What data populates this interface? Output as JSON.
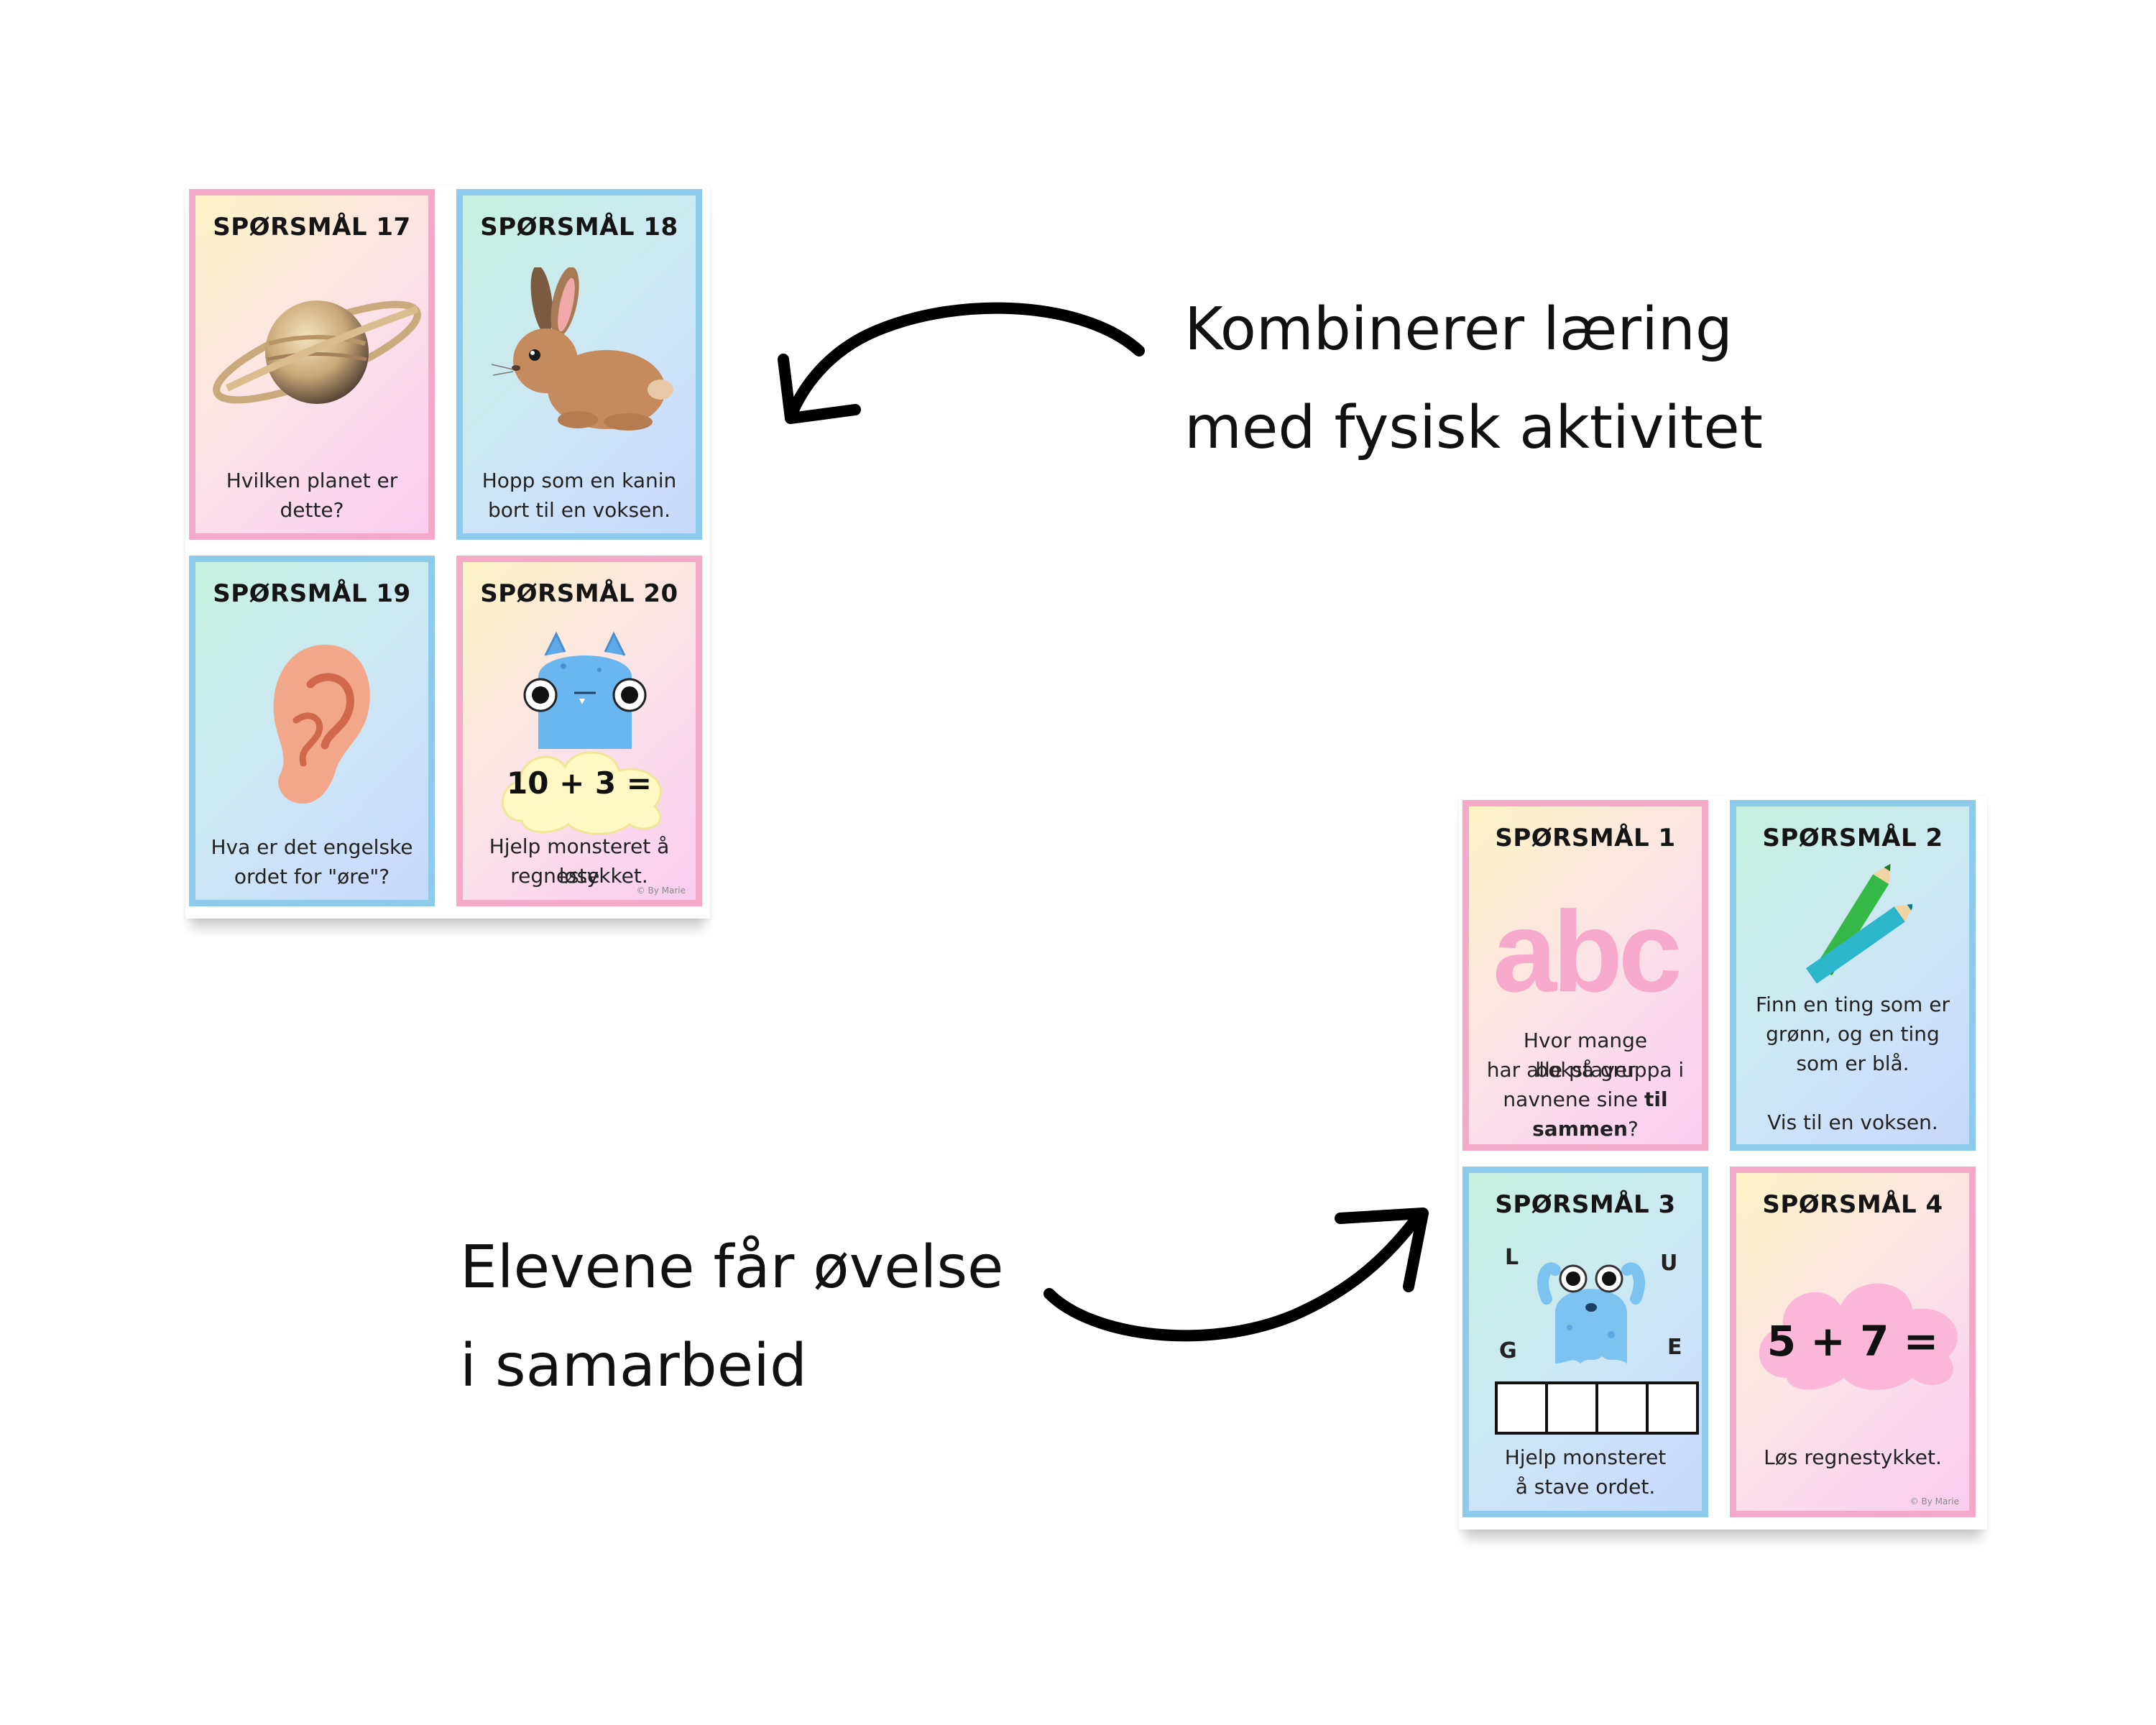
{
  "captions": {
    "top_line1": "Kombinerer læring",
    "top_line2": "med fysisk aktivitet",
    "bottom_line1": "Elevene får øvelse",
    "bottom_line2": "i samarbeid"
  },
  "sheet_top": {
    "cards": [
      {
        "title": "SPØRSMÅL 17",
        "text_line1": "Hvilken planet er",
        "text_line2": "dette?",
        "icon": "planet-saturn-icon"
      },
      {
        "title": "SPØRSMÅL 18",
        "text_line1": "Hopp som en kanin",
        "text_line2": "bort til en voksen.",
        "icon": "rabbit-icon"
      },
      {
        "title": "SPØRSMÅL 19",
        "text_line1": "Hva er det engelske",
        "text_line2": "ordet for \"øre\"?",
        "icon": "ear-icon"
      },
      {
        "title": "SPØRSMÅL 20",
        "math": "10 + 3 =",
        "text_line1": "Hjelp monsteret å løse",
        "text_line2": "regnestykket.",
        "icon": "monster-icon"
      }
    ],
    "credit": "© By Marie"
  },
  "sheet_bottom": {
    "cards": [
      {
        "title": "SPØRSMÅL 1",
        "abc": "abc",
        "text_line1": "Hvor mange bokstaver",
        "text_line2": "har alle på gruppa i",
        "text_line3_normal": "navnene sine ",
        "text_line3_bold": "til",
        "text_line4_bold": "sammen",
        "text_line4_end": "?"
      },
      {
        "title": "SPØRSMÅL 2",
        "text_line1": "Finn en ting som er",
        "text_line2": "grønn, og en ting",
        "text_line3": "som er blå.",
        "text_line4": "Vis til en voksen.",
        "icon": "pencils-icon"
      },
      {
        "title": "SPØRSMÅL 3",
        "letters": [
          "L",
          "U",
          "G",
          "E"
        ],
        "text_line1": "Hjelp monsteret",
        "text_line2": "å stave ordet.",
        "icon": "monster-icon"
      },
      {
        "title": "SPØRSMÅL 4",
        "math": "5 + 7 =",
        "text_line1": "Løs regnestykket.",
        "icon": "cloud-icon"
      }
    ],
    "credit": "© By Marie"
  },
  "colors": {
    "pink_border": "#f4a9c8",
    "blue_border": "#8ccbec",
    "abc_pink": "#f7a9cc"
  }
}
